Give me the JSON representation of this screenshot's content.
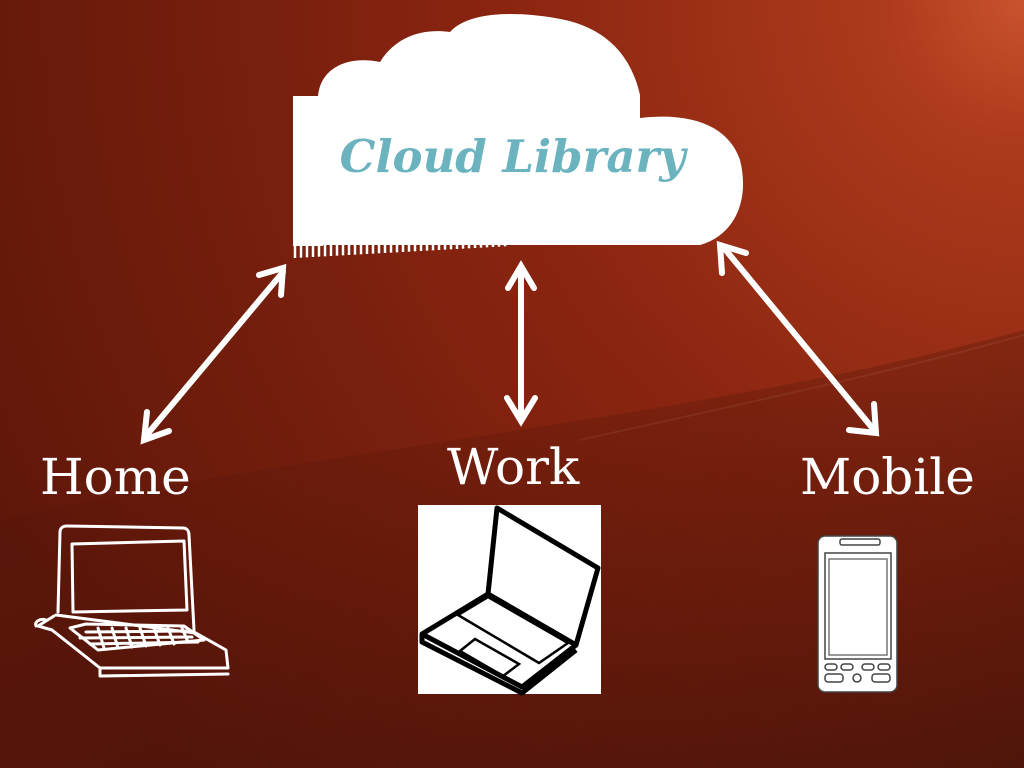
{
  "title": "Cloud Library",
  "nodes": {
    "home": "Home",
    "work": "Work",
    "mobile": "Mobile"
  },
  "colors": {
    "background_dark": "#5a1408",
    "background_mid": "#8a260f",
    "background_light": "#b3411f",
    "title_text": "#6bb3bf",
    "foreground": "#ffffff"
  },
  "icons": [
    "cloud-icon",
    "laptop-sketch-icon",
    "laptop-icon",
    "smartphone-icon"
  ]
}
